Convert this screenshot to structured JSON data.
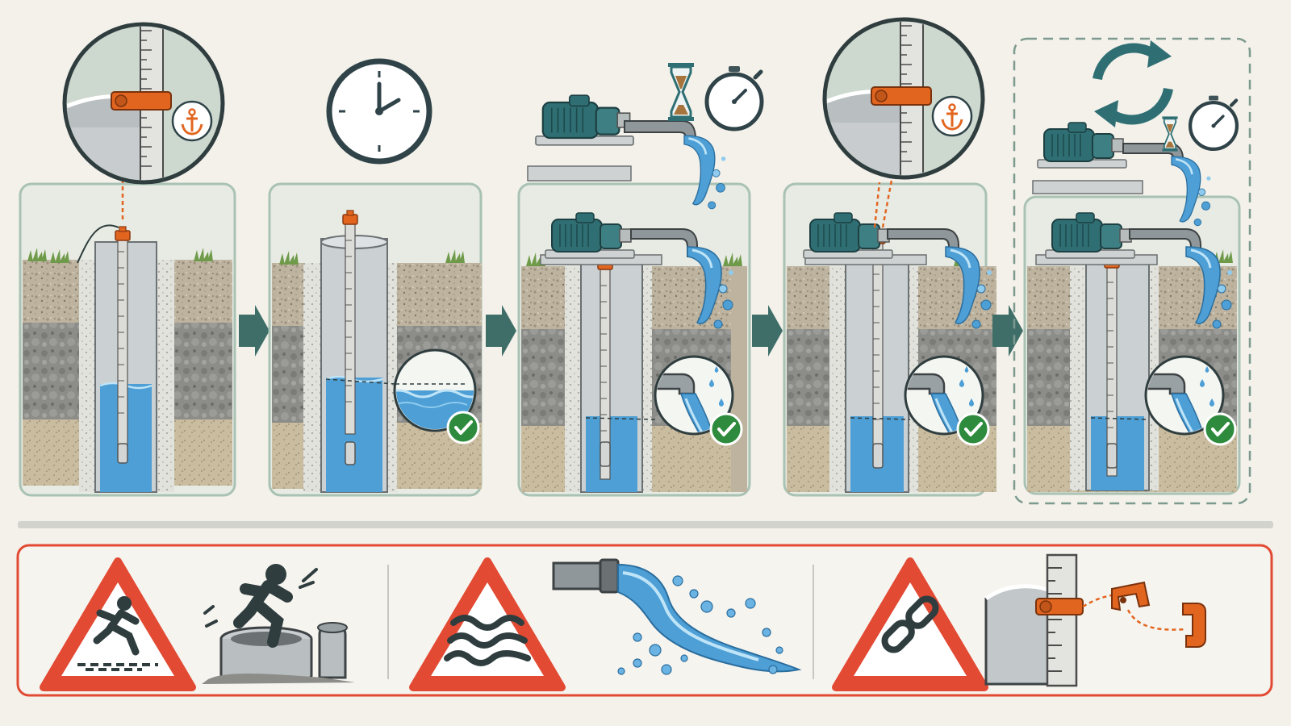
{
  "colors": {
    "background": "#f3f1ea",
    "panel_border": "#a9c2b4",
    "panel_fill": "#e7ebe3",
    "soil_top": "#bdb39e",
    "soil_mid": "#8c8c88",
    "soil_low": "#c9bc9f",
    "water": "#4d9fd6",
    "water_light": "#8fcbee",
    "steel": "#c9cdd0",
    "concrete": "#e2e2dd",
    "pump_teal": "#2f6f73",
    "accent_orange": "#e2651f",
    "check_green": "#2e8b3d",
    "arrow_teal": "#3f6e69",
    "warning_red": "#e24a33",
    "grass": "#6f9a4a"
  },
  "sequence": {
    "steps": [
      {
        "id": "attach-gauge-to-casing",
        "callout": "tape-clip-anchor-icon",
        "has_pump": false,
        "water_level": "static"
      },
      {
        "id": "wait-for-static-level",
        "callout": "clock-icon",
        "has_pump": false,
        "water_level": "static-recovered",
        "check": "checkmark-icon"
      },
      {
        "id": "run-pump-and-time",
        "callout": "hourglass-stopwatch-icon",
        "has_pump": true,
        "water_level": "drawdown",
        "check": "checkmark-icon"
      },
      {
        "id": "read-drawdown-at-casing",
        "callout": "tape-clip-anchor-icon",
        "has_pump": true,
        "water_level": "drawdown",
        "check": "checkmark-icon"
      },
      {
        "id": "repeat-cycle",
        "callout": "repeat-cycle-icon",
        "has_pump": true,
        "water_level": "drawdown",
        "check": "checkmark-icon",
        "dashed_group": true
      }
    ],
    "connector": "right-arrow-icon"
  },
  "hazards": [
    {
      "id": "fall-hazard",
      "sign": "slip-fall-warning-icon",
      "illustration": "person-falling-into-well-icon"
    },
    {
      "id": "water-discharge-hazard",
      "sign": "water-waves-warning-icon",
      "illustration": "pipe-discharge-splash-icon"
    },
    {
      "id": "detached-clip-hazard",
      "sign": "chain-link-warning-icon",
      "illustration": "detached-tape-clip-icon"
    }
  ]
}
